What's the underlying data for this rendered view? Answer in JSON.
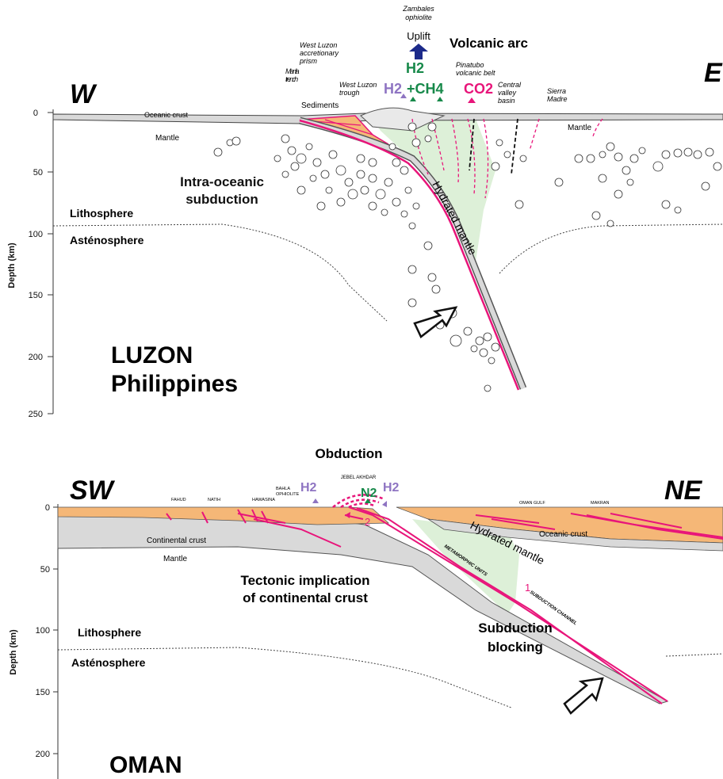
{
  "colors": {
    "fault": "#e8157a",
    "green": "#17894a",
    "purple": "#8e74c2",
    "co2": "#e8157a",
    "orange": "#f5b777",
    "hydrated": "#ddf0d8",
    "crust": "#d9d9d9",
    "arrow_blue": "#1c2a8a"
  },
  "luzon": {
    "direction_left": "W",
    "direction_right": "E",
    "uplift_note": "Zambales ophiolite",
    "uplift": "Uplift",
    "volcanic_arc": "Volcanic arc",
    "h2_top": "H2",
    "h2_left": "H2",
    "ch4": "+CH4",
    "co2": "CO2",
    "manila_trench": "Manila trench",
    "accretionary_prism": "West Luzon accretionary prism",
    "west_luzon_trough": "West Luzon trough",
    "pinatubo": "Pinatubo volcanic belt",
    "central_valley": "Central valley basin",
    "sierra_madre": "Sierra Madre",
    "sediments": "Sediments",
    "oceanic_crust": "Oceanic crust",
    "mantle_left": "Mantle",
    "mantle_right": "Mantle",
    "intra_oceanic": "Intra-oceanic subduction",
    "hydrated_mantle": "Hydrated mantle",
    "lithosphere": "Lithosphere",
    "asthenosphere": "Asténosphere",
    "region": "LUZON",
    "country": "Philippines",
    "depth_label": "Depth (km)",
    "depth_ticks": [
      "0",
      "50",
      "100",
      "150",
      "200",
      "250"
    ]
  },
  "oman": {
    "direction_left": "SW",
    "direction_right": "NE",
    "obduction": "Obduction",
    "jebel_akhdar": "JEBEL AKHDAR",
    "h2_left": "H2",
    "n2": "N2",
    "h2_right": "H2",
    "fahud": "FAHUD",
    "natih": "NATIH",
    "hawasina": "HAWASINA",
    "bahla": "BAHLA OPHIOLITE",
    "oman_gulf": "OMAN GULF",
    "makran": "MAKRAN",
    "continental_crust": "Continental crust",
    "mantle": "Mantle",
    "oceanic_crust": "Oceanic crust",
    "tectonic_implication": "Tectonic implication of continental crust",
    "hydrated_mantle": "Hydrated mantle",
    "metamorphic_units": "METAMORPHIC UNITS",
    "subduction_channel": "SUBDUCTION CHANNEL",
    "subduction_blocking": "Subduction blocking",
    "lithosphere": "Lithosphere",
    "asthenosphere": "Asténosphere",
    "region": "OMAN",
    "marker_1": "1",
    "marker_2": "2",
    "depth_label": "Depth (km)",
    "depth_ticks": [
      "0",
      "50",
      "100",
      "150",
      "200"
    ]
  }
}
